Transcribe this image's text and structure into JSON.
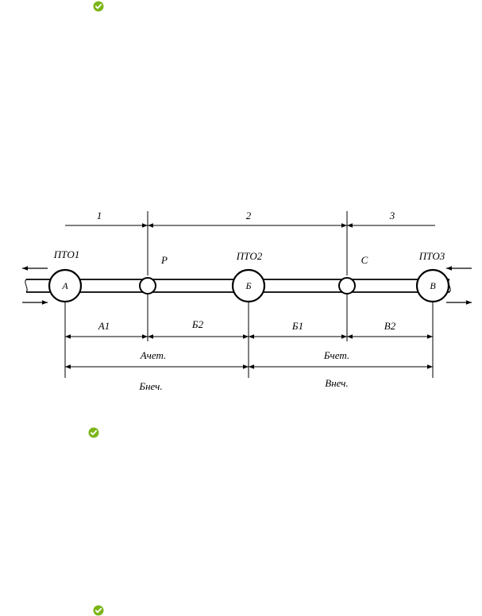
{
  "check_icon_color": "#7cb518",
  "diagram": {
    "sections": [
      "1",
      "2",
      "3"
    ],
    "stations": {
      "pto1": "ПТО1",
      "pto2": "ПТО2",
      "pto3": "ПТО3"
    },
    "nodes": {
      "a": "А",
      "b": "Б",
      "v": "В"
    },
    "points": {
      "r": "Р",
      "s": "С"
    },
    "segments": {
      "a1": "А1",
      "b2": "Б2",
      "b1": "Б1",
      "v2": "В2"
    },
    "spans": {
      "a_chet": "Ачет.",
      "b_chet": "Бчет.",
      "b_nech": "Бнеч.",
      "v_nech": "Внеч."
    }
  }
}
